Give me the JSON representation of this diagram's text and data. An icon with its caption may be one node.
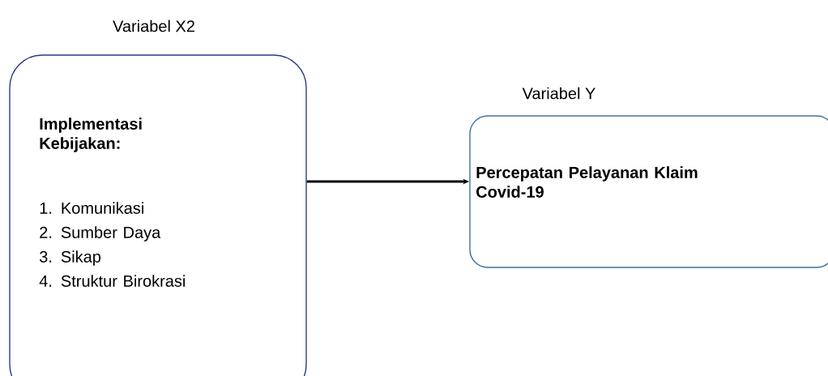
{
  "diagram": {
    "nodes": [
      {
        "text": [
          "Variabel X2",
          "Implementasi Kebijakan:",
          "1. Komunikasi",
          "2. Sumber Daya",
          "3. Sikap",
          "4. Struktur Birokrasi"
        ]
      },
      {
        "text": [
          "Variabel Y",
          "Percepatan Pelayanan Klaim Covid-19"
        ]
      }
    ],
    "edges": [
      {
        "from": 0,
        "to": 1,
        "arrow": "to"
      }
    ]
  }
}
